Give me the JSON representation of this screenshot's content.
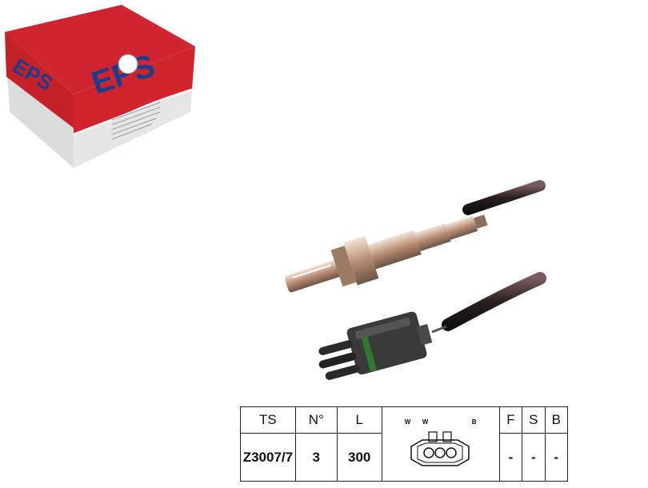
{
  "box": {
    "brand": "EPS",
    "colors": {
      "top": "#c8202a",
      "bottom": "#eeeeee"
    }
  },
  "sensor": {
    "description_icon": "oxygen-sensor-with-connector"
  },
  "spec_table": {
    "headers": {
      "ts": "TS",
      "no": "N°",
      "l": "L",
      "f": "F",
      "s": "S",
      "b": "B"
    },
    "row": {
      "ts": "Z3007/7",
      "no": "3",
      "l": "300",
      "f": "-",
      "s": "-",
      "b": "-"
    },
    "pins": {
      "w1": "W",
      "w2": "W",
      "b": "B"
    }
  }
}
